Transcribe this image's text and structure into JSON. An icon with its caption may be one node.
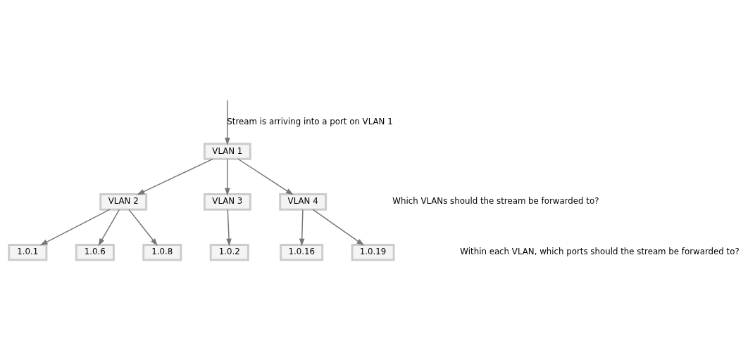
{
  "diagram": {
    "nodes": [
      {
        "text": [
          "VLAN 1"
        ]
      },
      {
        "text": [
          "VLAN 2"
        ]
      },
      {
        "text": [
          "VLAN 3"
        ]
      },
      {
        "text": [
          "VLAN 4"
        ]
      },
      {
        "text": [
          "1.0.1"
        ]
      },
      {
        "text": [
          "1.0.6"
        ]
      },
      {
        "text": [
          "1.0.8"
        ]
      },
      {
        "text": [
          "1.0.2"
        ]
      },
      {
        "text": [
          "1.0.16"
        ]
      },
      {
        "text": [
          "1.0.19"
        ]
      }
    ],
    "edges": [
      {
        "from": null,
        "to": 0,
        "arrow": "to",
        "label": "Stream is arriving into a port on VLAN 1"
      },
      {
        "from": 0,
        "to": 1,
        "arrow": "to"
      },
      {
        "from": 0,
        "to": 2,
        "arrow": "to"
      },
      {
        "from": 0,
        "to": 3,
        "arrow": "to"
      },
      {
        "from": 1,
        "to": 4,
        "arrow": "to"
      },
      {
        "from": 1,
        "to": 5,
        "arrow": "to"
      },
      {
        "from": 1,
        "to": 6,
        "arrow": "to"
      },
      {
        "from": 2,
        "to": 7,
        "arrow": "to"
      },
      {
        "from": 3,
        "to": 8,
        "arrow": "to"
      },
      {
        "from": 3,
        "to": 9,
        "arrow": "to"
      }
    ],
    "labels": [
      "Which VLANs should the stream be forwarded to?",
      "Within each VLAN, which ports should the stream be forwarded to?"
    ]
  }
}
